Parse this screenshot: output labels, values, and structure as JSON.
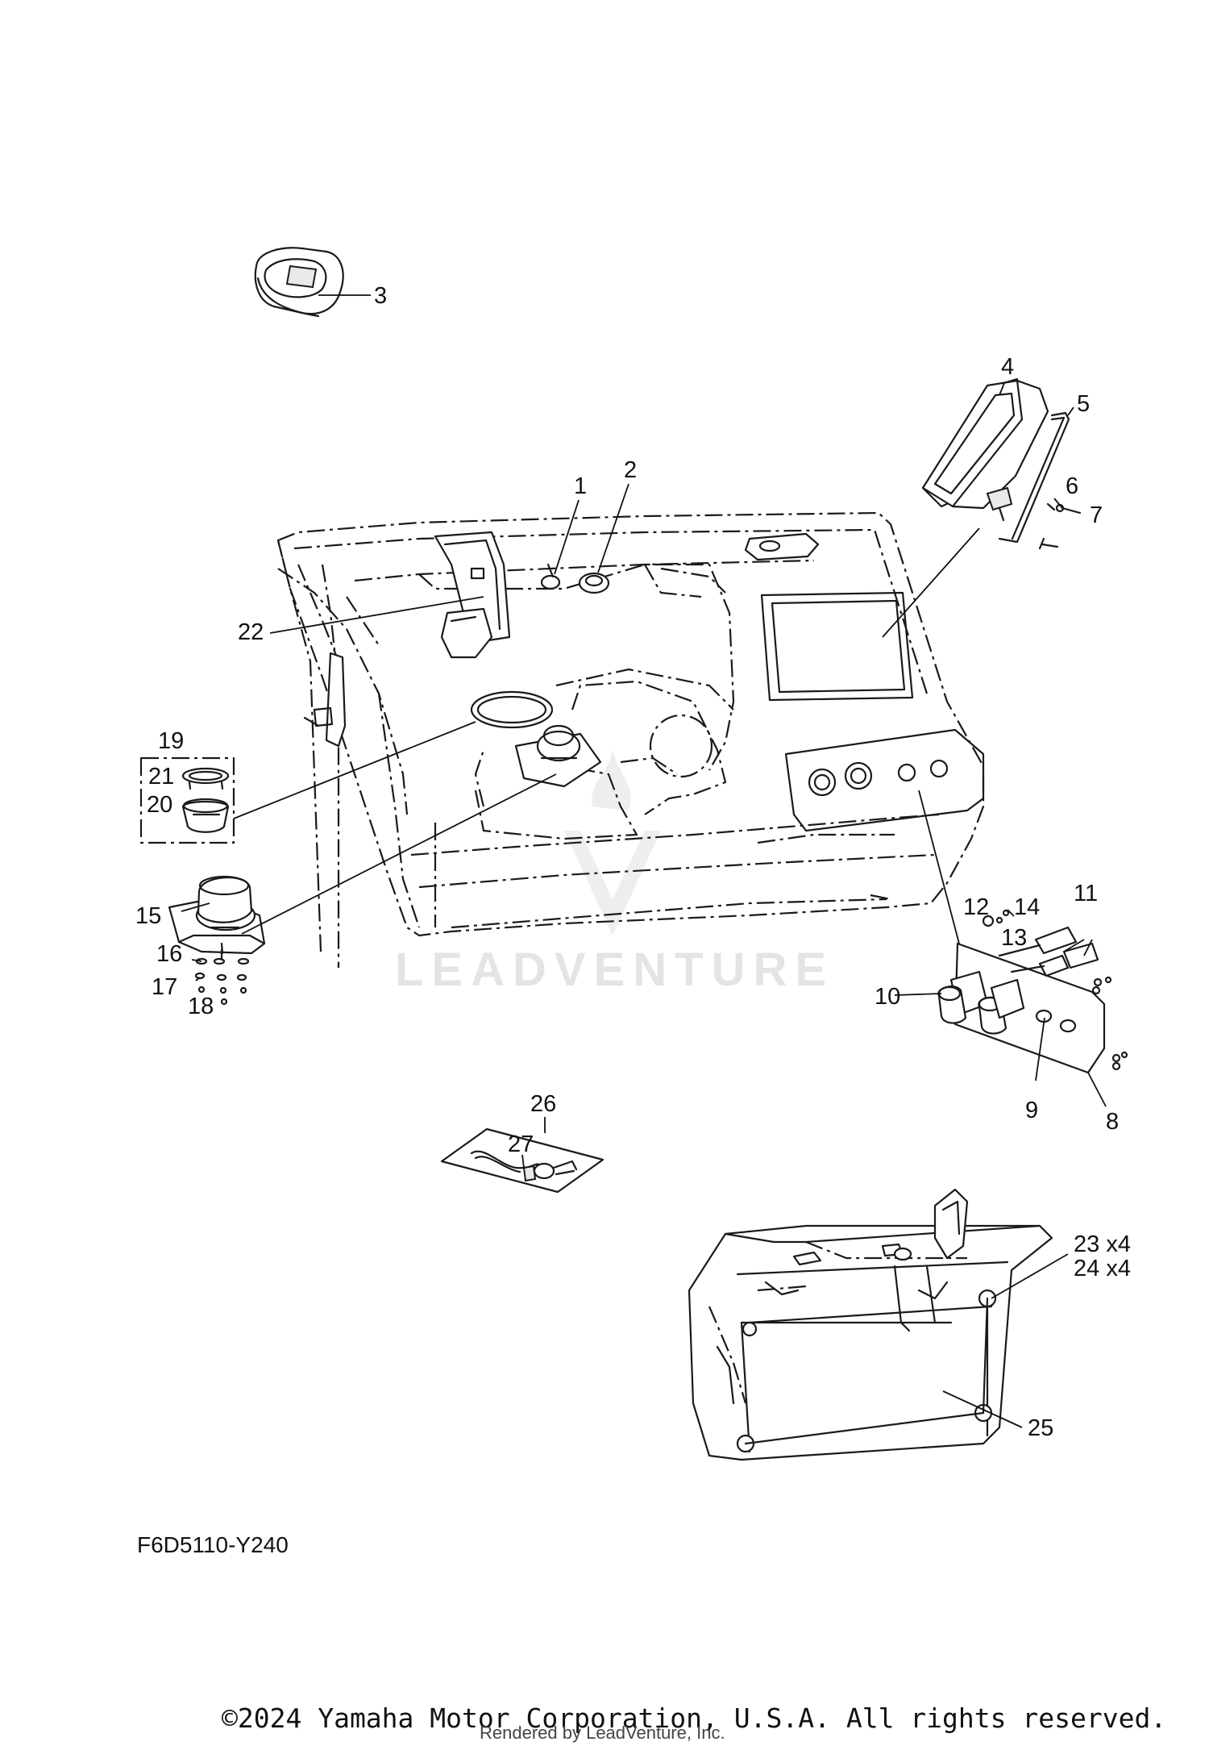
{
  "diagram": {
    "callouts": {
      "c1": "1",
      "c2": "2",
      "c3": "3",
      "c4": "4",
      "c5": "5",
      "c6": "6",
      "c7": "7",
      "c8": "8",
      "c9": "9",
      "c10": "10",
      "c11": "11",
      "c12": "12",
      "c13": "13",
      "c14": "14",
      "c15": "15",
      "c16": "16",
      "c17": "17",
      "c18": "18",
      "c19": "19",
      "c20": "20",
      "c21": "21",
      "c22": "22",
      "c23": "23 x4",
      "c24": "24 x4",
      "c25": "25",
      "c26": "26",
      "c27": "27"
    },
    "diagram_code": "F6D5110-Y240",
    "watermark": "LEADVENTURE",
    "copyright": "©2024 Yamaha Motor Corporation, U.S.A. All rights reserved.",
    "rendered_by": "Rendered by LeadVenture, Inc."
  }
}
